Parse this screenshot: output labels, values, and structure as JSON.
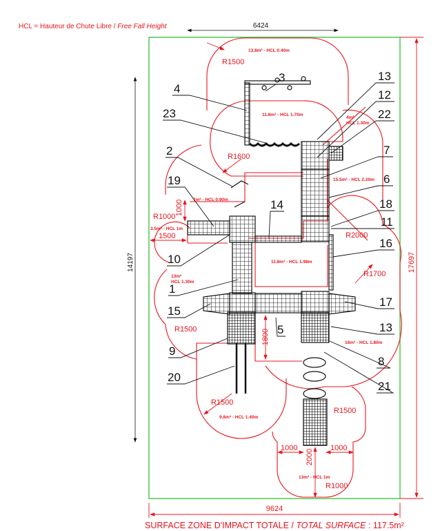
{
  "title": {
    "main": "HCL = Hauteur de Chute Libre / ",
    "italic": "Free Fall Height"
  },
  "dimensions": {
    "top_width": "6424",
    "left_height": "14197",
    "right_height": "17697",
    "bottom_width": "9624",
    "r1500_top": "R1500",
    "r1600": "R1600",
    "r1000_left": "R1000",
    "d1000_left": "1000",
    "d1500_left": "1500",
    "r2000": "R2000",
    "r1700": "R1700",
    "r1500_left": "R1500",
    "d1800": "1800",
    "r1500_bottom_left": "R1500",
    "r1500_bottom_right": "R1500",
    "d1000_a": "1000",
    "d1000_b": "1000",
    "d2000": "2000",
    "r1000_bottom": "R1000"
  },
  "zones": [
    "13.8m² - HCL 0.40m",
    "11.8m² - HCL 1.70m",
    "4m²",
    "HCL 1.30m",
    "15.5m² - HCL 2.20m",
    "7m² - HCL 0.90m",
    "3.5m² - HCL 1m",
    "11.8m² - HCL 1.98m",
    "13m²",
    "HCL 1.30m",
    "16m² - HCL 1.80m",
    "9.8m² - HCL 1.40m",
    "13m² - HCL 1m"
  ],
  "parts": [
    "3",
    "4",
    "23",
    "2",
    "19",
    "10",
    "1",
    "15",
    "9",
    "20",
    "13",
    "12",
    "22",
    "7",
    "6",
    "18",
    "11",
    "16",
    "17",
    "13",
    "8",
    "21",
    "14",
    "5"
  ],
  "footer": {
    "main": "SURFACE ZONE D'IMPACT TOTALE / ",
    "italic": "TOTAL SURFACE",
    "value": " : 117.5m²"
  },
  "colors": {
    "zone": "#e8141c",
    "boundary": "#22bb22",
    "equipment": "#111111"
  }
}
